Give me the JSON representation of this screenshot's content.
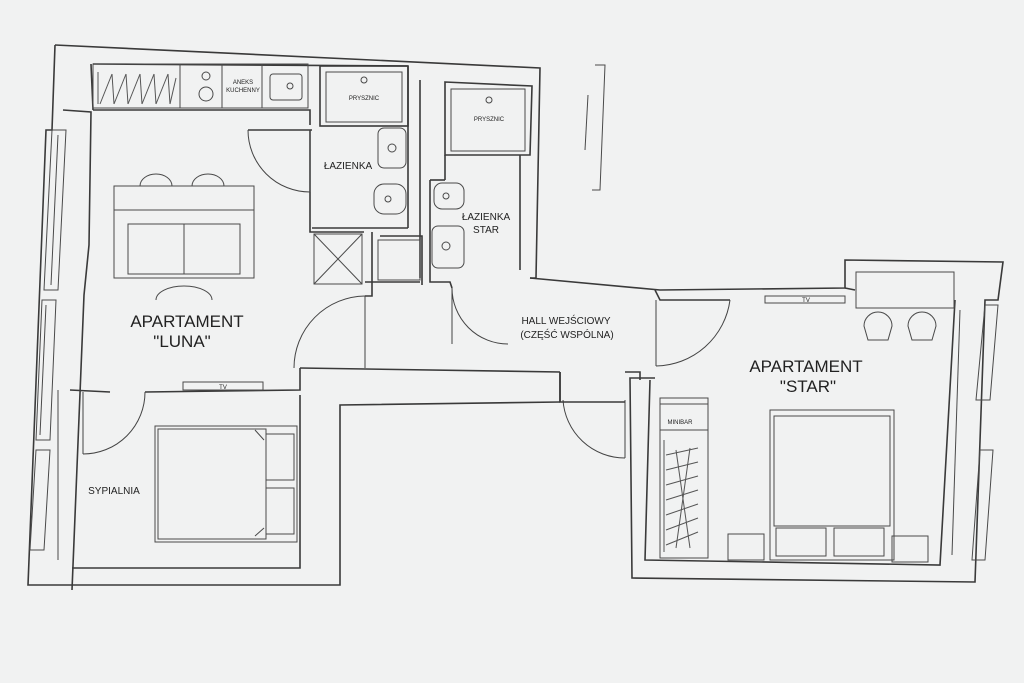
{
  "plan": {
    "luna_title": "APARTAMENT",
    "luna_name": "\"LUNA\"",
    "star_title": "APARTAMENT",
    "star_name": "\"STAR\"",
    "kitchenette_line1": "ANEKS",
    "kitchenette_line2": "KUCHENNY",
    "shower_luna": "PRYSZNIC",
    "shower_star": "PRYSZNIC",
    "bathroom_luna": "ŁAZIENKA",
    "bathroom_star_line1": "ŁAZIENKA",
    "bathroom_star_line2": "STAR",
    "hall_line1": "HALL WEJŚCIOWY",
    "hall_line2": "(CZĘŚĆ WSPÓLNA)",
    "bedroom": "SYPIALNIA",
    "minibar": "MINIBAR",
    "tv_luna": "TV",
    "tv_star": "TV"
  }
}
